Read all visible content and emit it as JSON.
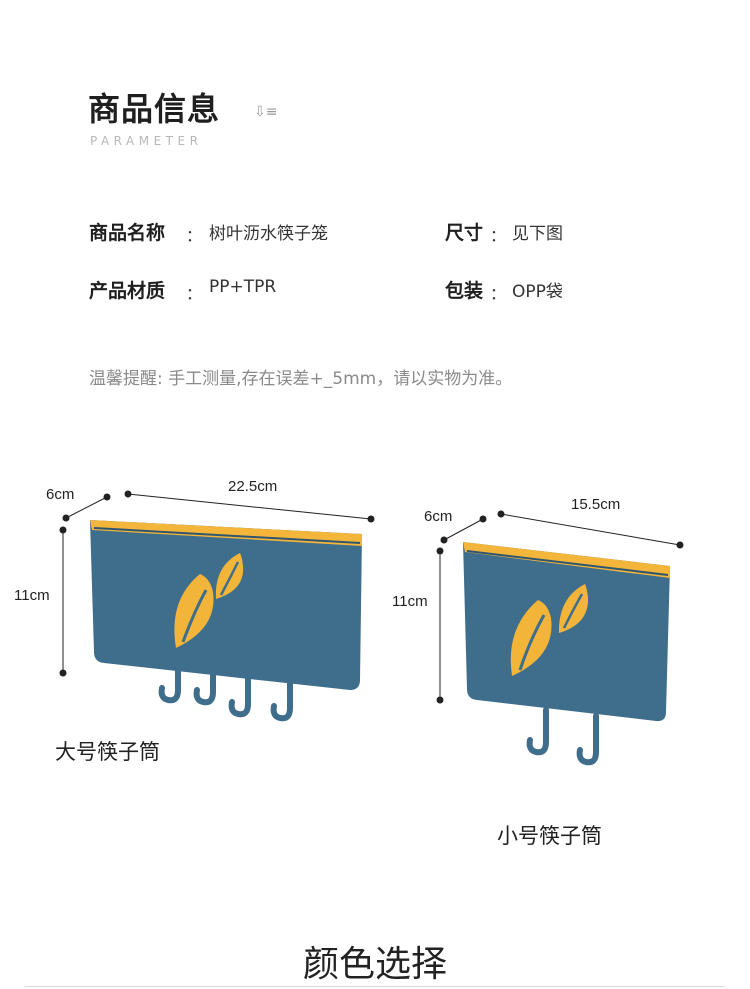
{
  "header": {
    "title": "商品信息",
    "subtitle": "PARAMETER",
    "sort_icon_name": "sort-descending-icon"
  },
  "specs": {
    "colon": "：",
    "name_label": "商品名称",
    "name_value": "树叶沥水筷子笼",
    "size_label": "尺寸",
    "size_value": "见下图",
    "material_label": "产品材质",
    "material_value": "PP+TPR",
    "package_label": "包装",
    "package_value": "OPP袋"
  },
  "note": "温馨提醒: 手工测量,存在误差+_5mm，请以实物为准。",
  "large": {
    "depth": "6cm",
    "width": "22.5cm",
    "height": "11cm",
    "caption": "大号筷子筒"
  },
  "small": {
    "depth": "6cm",
    "width": "15.5cm",
    "height": "11cm",
    "caption": "小号筷子筒"
  },
  "footer": {
    "color_title": "颜色选择"
  },
  "colors": {
    "body_blue": "#3f6e8d",
    "inner_yellow": "#f3b53a",
    "leaf_yellow": "#f2b53a"
  }
}
